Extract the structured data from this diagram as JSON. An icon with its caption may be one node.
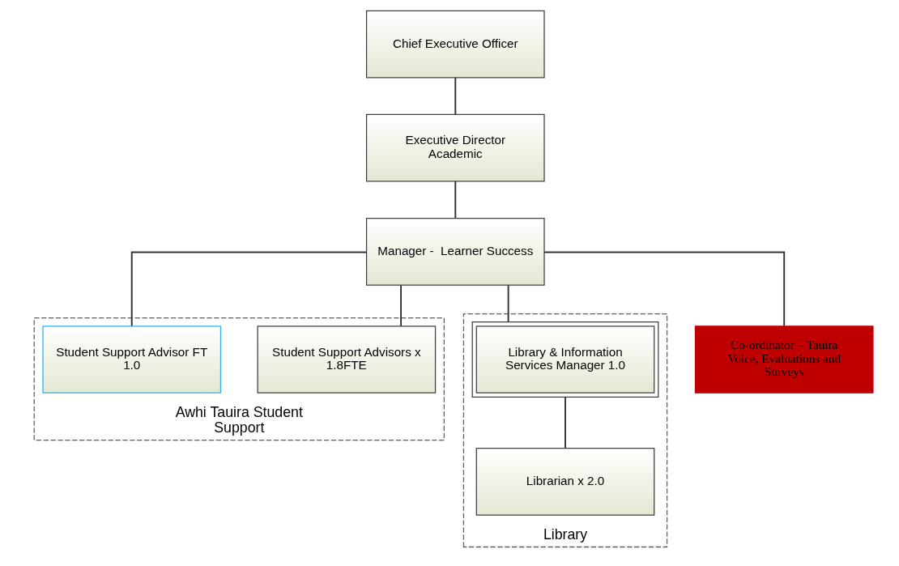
{
  "diagram": {
    "nodes": [
      {
        "text": [
          "Chief Executive Officer"
        ]
      },
      {
        "text": [
          "Executive Director Academic"
        ]
      },
      {
        "text": [
          "Manager -  Learner Success"
        ]
      },
      {
        "text": [
          "Awhi Tauira Student Support"
        ]
      },
      {
        "text": [
          "Student Support Advisors x 1.8FTE"
        ],
        "in": 3
      },
      {
        "text": [
          "Student Support Advisor FT 1.0"
        ],
        "in": 3
      },
      {
        "text": [
          "Library"
        ]
      },
      {
        "text": [
          "Library & Information Services Manager 1.0"
        ],
        "in": 6
      },
      {
        "text": [
          "Librarian x 2.0"
        ],
        "in": 6
      },
      {
        "text": [
          "Co-ordinator – Tauira Voice, Evaluations and Surveys"
        ]
      }
    ],
    "edges": [
      {
        "from": 0,
        "to": 1,
        "arrow": "none"
      },
      {
        "from": 1,
        "to": 2,
        "arrow": "none"
      },
      {
        "from": 2,
        "to": 4,
        "arrow": "none"
      },
      {
        "from": 2,
        "to": 5,
        "arrow": "none"
      },
      {
        "from": 2,
        "to": 7,
        "arrow": "none"
      },
      {
        "from": 7,
        "to": 8,
        "arrow": "none"
      },
      {
        "from": 2,
        "to": 9,
        "arrow": "none"
      }
    ]
  }
}
